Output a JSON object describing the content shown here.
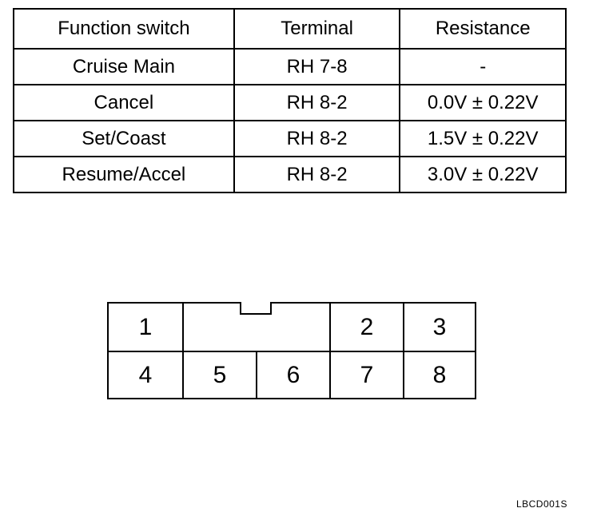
{
  "table": {
    "headers": [
      "Function switch",
      "Terminal",
      "Resistance"
    ],
    "rows": [
      [
        "Cruise Main",
        "RH 7-8",
        "-"
      ],
      [
        "Cancel",
        "RH 8-2",
        "0.0V ± 0.22V"
      ],
      [
        "Set/Coast",
        "RH 8-2",
        "1.5V ± 0.22V"
      ],
      [
        "Resume/Accel",
        "RH 8-2",
        "3.0V ± 0.22V"
      ]
    ]
  },
  "connector": {
    "top_row": [
      "1",
      "2",
      "3"
    ],
    "bottom_row": [
      "4",
      "5",
      "6",
      "7",
      "8"
    ]
  },
  "figure_code": "LBCD001S"
}
